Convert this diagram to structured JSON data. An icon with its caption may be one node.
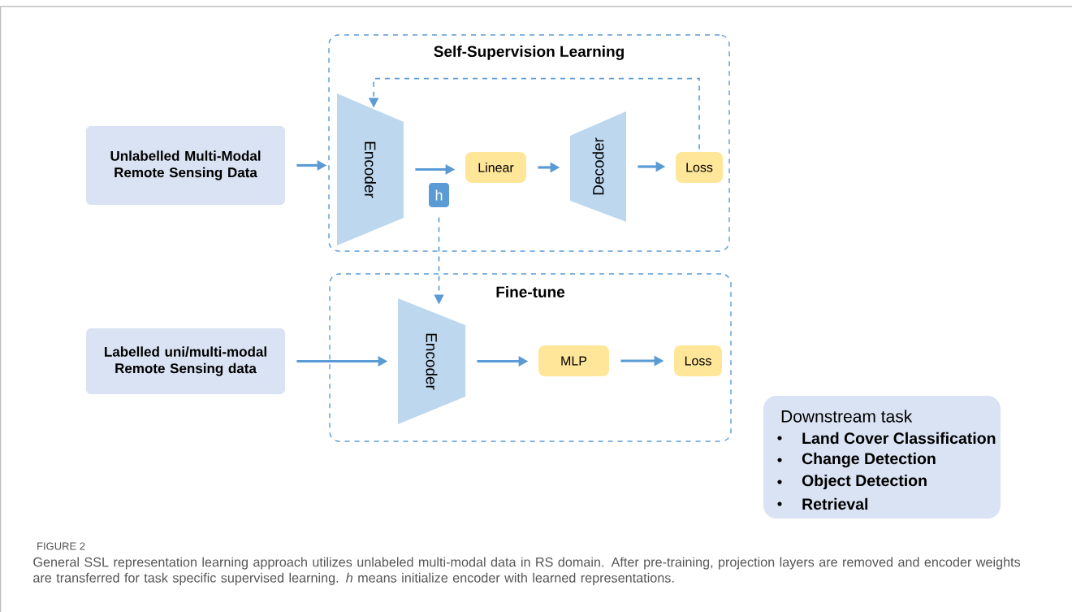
{
  "diagram": {
    "caption": "General SSL representation learning approach utilizes unlabeled multi-modal data in RS domain. After pre-training, projection layers are removed and encoder weights are transferred for task specific supervised learning. *h* means initialize encoder with learned representations.",
    "nodes": [
      {
        "text": [
          "Unlabelled Multi-Modal Remote Sensing Data"
        ]
      },
      {
        "text": [
          "Self-Supervision Learning"
        ]
      },
      {
        "text": [
          "Encoder"
        ],
        "in": 1
      },
      {
        "text": [
          "h"
        ],
        "in": 1
      },
      {
        "text": [
          "Linear"
        ],
        "in": 1
      },
      {
        "text": [
          "Decoder"
        ],
        "in": 1
      },
      {
        "text": [
          "Loss"
        ],
        "in": 1
      },
      {
        "text": [
          "Labelled uni/multi-modal Remote Sensing data"
        ]
      },
      {
        "text": [
          "Fine-tune"
        ]
      },
      {
        "text": [
          "Encoder"
        ],
        "in": 8
      },
      {
        "text": [
          "MLP"
        ],
        "in": 8
      },
      {
        "text": [
          "Loss"
        ],
        "in": 8
      },
      {
        "text": [
          "Downstream task",
          "Land Cover Classification",
          "Change Detection",
          "Object Detection",
          "Retrieval"
        ]
      }
    ],
    "edges": [
      {
        "from": 0,
        "to": 2,
        "arrow": "to"
      },
      {
        "from": 2,
        "to": 4,
        "arrow": "to"
      },
      {
        "from": 4,
        "to": 5,
        "arrow": "to"
      },
      {
        "from": 5,
        "to": 6,
        "arrow": "to"
      },
      {
        "from": 6,
        "to": 2,
        "arrow": "to",
        "style": "dashed"
      },
      {
        "from": 3,
        "to": 9,
        "arrow": "to",
        "style": "dashed"
      },
      {
        "from": 7,
        "to": 9,
        "arrow": "to"
      },
      {
        "from": 9,
        "to": 10,
        "arrow": "to"
      },
      {
        "from": 10,
        "to": 11,
        "arrow": "to"
      }
    ],
    "labels": [
      "FIGURE 2"
    ]
  }
}
